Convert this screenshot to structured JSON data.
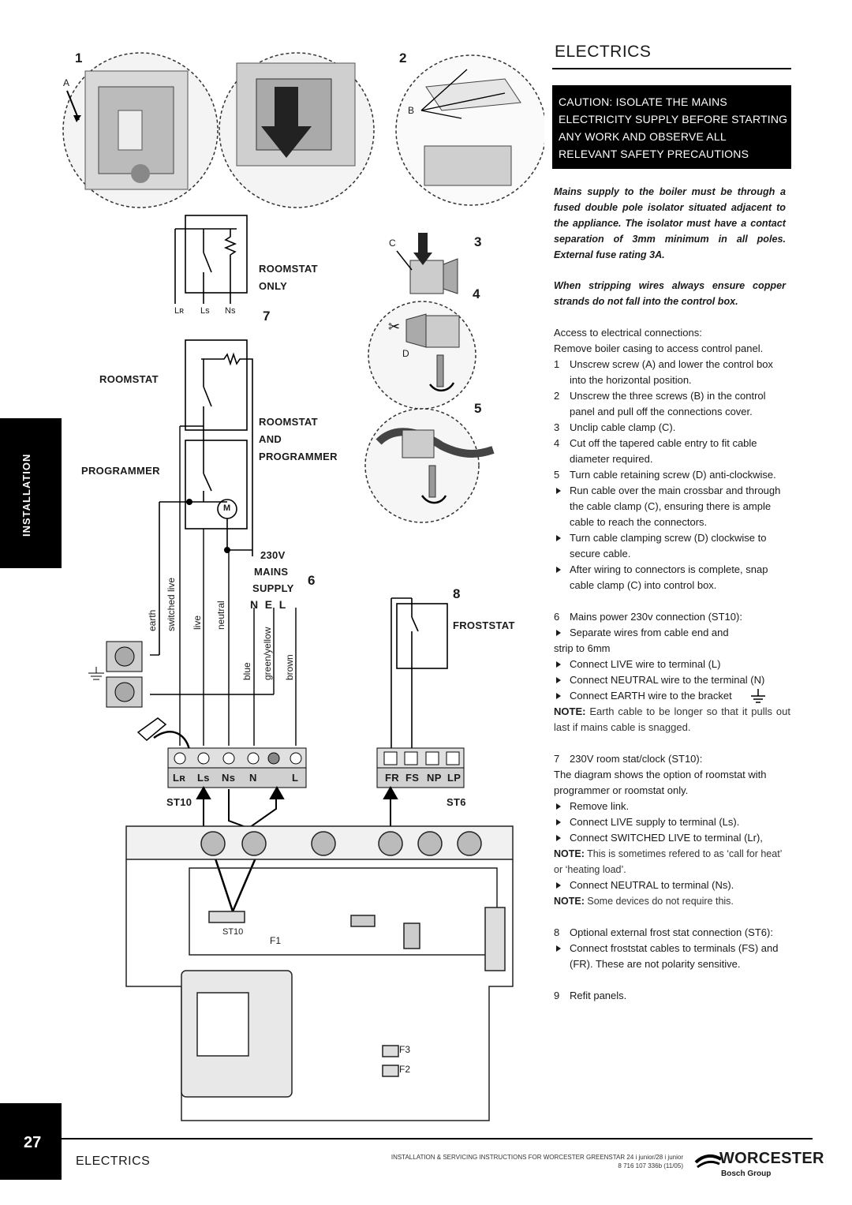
{
  "header": {
    "title": "ELECTRICS"
  },
  "caution": [
    "CAUTION: ISOLATE THE MAINS",
    "ELECTRICITY SUPPLY BEFORE STARTING",
    "ANY WORK AND OBSERVE ALL",
    "RELEVANT SAFETY PRECAUTIONS"
  ],
  "warning1": "Mains supply to the boiler must be through a fused double pole isolator situated adjacent to the appliance. The isolator must have a contact separation of 3mm minimum in all poles. External fuse rating 3A.",
  "warning2": "When stripping wires always ensure copper strands do not fall into the control box.",
  "access": {
    "line1": "Access to electrical connections:",
    "line2": "Remove boiler casing to access control panel."
  },
  "steps": [
    {
      "n": "1",
      "text": "Unscrew screw (A) and lower the control box into the horizontal position."
    },
    {
      "n": "2",
      "text": "Unscrew the three screws (B) in the control panel and pull off the connections cover."
    },
    {
      "n": "3",
      "text": "Unclip cable clamp (C)."
    },
    {
      "n": "4",
      "text": "Cut off the tapered cable entry to fit cable diameter required."
    },
    {
      "n": "5",
      "text": "Turn cable retaining screw (D) anti-clockwise."
    }
  ],
  "bullets_a": [
    "Run cable over the main crossbar and through the cable clamp (C), ensuring there is ample cable to reach the connectors.",
    "Turn cable clamping screw (D) clockwise to secure cable.",
    "After wiring to connectors is complete, snap cable clamp (C) into control box."
  ],
  "step6": {
    "n": "6",
    "text": "Mains power 230v connection (ST10):"
  },
  "bullet6a": "Separate wires from cable end and",
  "strip": "strip to 6mm",
  "bullets_6": [
    "Connect LIVE wire to terminal (L)",
    "Connect NEUTRAL wire to the terminal (N)",
    "Connect EARTH wire to the bracket"
  ],
  "note6": {
    "label": "NOTE:",
    "text": "Earth cable to be longer so that it pulls out last if mains cable is snagged."
  },
  "step7": {
    "n": "7",
    "text": "230V room stat/clock (ST10):"
  },
  "step7_desc": "The diagram shows the option of roomstat with programmer or roomstat only.",
  "bullets_7": [
    "Remove link.",
    "Connect LIVE supply to terminal (Ls).",
    "Connect SWITCHED LIVE to terminal (Lr),"
  ],
  "note7a": {
    "label": "NOTE:",
    "text": "This is sometimes refered to as ‘call for heat’ or ‘heating load’."
  },
  "bullet7b": "Connect NEUTRAL to terminal (Ns).",
  "note7b": {
    "label": "NOTE:",
    "text": "Some devices do not require this."
  },
  "step8": {
    "n": "8",
    "text": "Optional external frost stat connection (ST6):"
  },
  "bullet8": "Connect froststat cables to terminals (FS) and (FR). These are not polarity sensitive.",
  "step9": {
    "n": "9",
    "text": "Refit panels."
  },
  "diagram": {
    "fig": [
      "1",
      "2",
      "3",
      "4",
      "5",
      "6",
      "7",
      "8"
    ],
    "letters": [
      "A",
      "B",
      "C",
      "D"
    ],
    "roomstat_only": [
      "ROOMSTAT",
      "ONLY"
    ],
    "roomstat": "ROOMSTAT",
    "programmer": "PROGRAMMER",
    "roomstat_and_programmer": [
      "ROOMSTAT",
      "AND",
      "PROGRAMMER"
    ],
    "mains": [
      "230V",
      "MAINS",
      "SUPPLY"
    ],
    "nel": "N  E  L",
    "froststat": "FROSTSTAT",
    "wires": [
      "earth",
      "switched live",
      "live",
      "neutral",
      "blue",
      "green/yellow",
      "brown"
    ],
    "st10": "ST10",
    "st6": "ST6",
    "st10_terms": [
      "Lʀ",
      "Lѕ",
      "Nѕ",
      "N",
      "L"
    ],
    "st6_terms": [
      "FR",
      "FS",
      "NP",
      "LP"
    ],
    "fuses": [
      "F1",
      "F3",
      "F2"
    ],
    "pcb_label": "ST10",
    "motor": "M",
    "switch_terms": [
      "Lʀ",
      "Lѕ",
      "Nѕ"
    ]
  },
  "sidebar": {
    "label": "INSTALLATION"
  },
  "footer": {
    "page": "27",
    "title": "ELECTRICS",
    "doc": "INSTALLATION & SERVICING INSTRUCTIONS FOR WORCESTER GREENSTAR 24 i junior/28 i junior",
    "code": "8 716 107 336b (11/05)",
    "brand": "WORCESTER",
    "group": "Bosch Group"
  }
}
